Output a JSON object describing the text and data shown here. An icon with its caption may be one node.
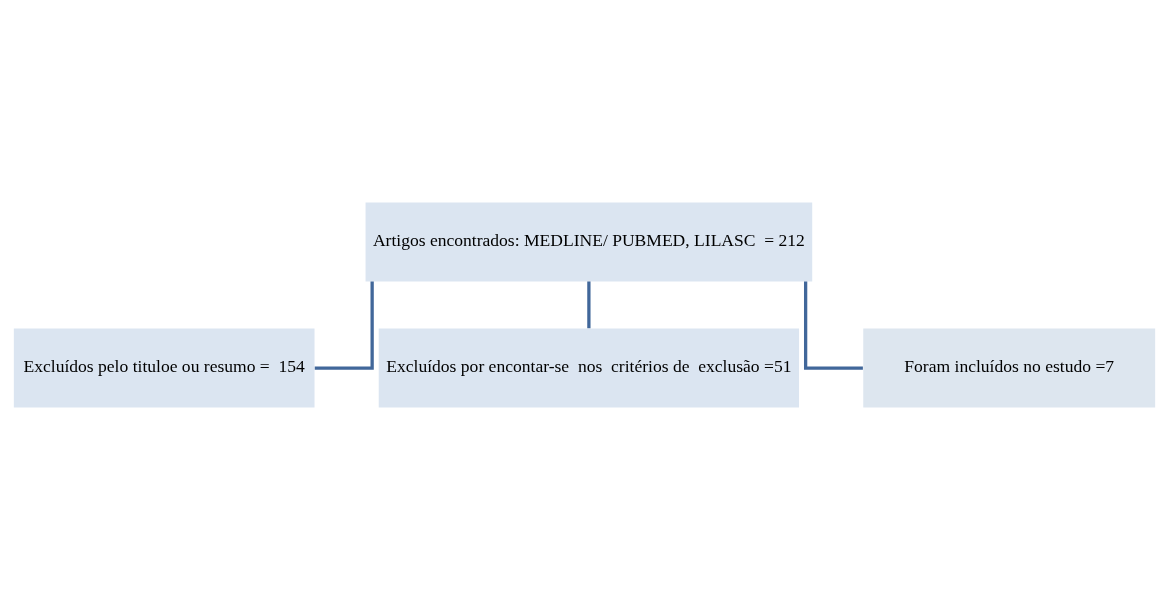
{
  "diagram": {
    "nodes": [
      {
        "text": [
          "Artigos encontrados: MEDLINE/ PUBMED, LILASC  = 212"
        ]
      },
      {
        "text": [
          "Excluídos pelo tituloe ou resumo =  154"
        ]
      },
      {
        "text": [
          "Excluídos por encontar-se  nos  critérios de  exclusão =51"
        ]
      },
      {
        "text": [
          "Foram incluídos no estudo =7"
        ]
      }
    ],
    "edges": [
      {
        "from": 0,
        "to": 1,
        "arrow": "none"
      },
      {
        "from": 0,
        "to": 2,
        "arrow": "none"
      },
      {
        "from": 0,
        "to": 3,
        "arrow": "none"
      }
    ]
  }
}
